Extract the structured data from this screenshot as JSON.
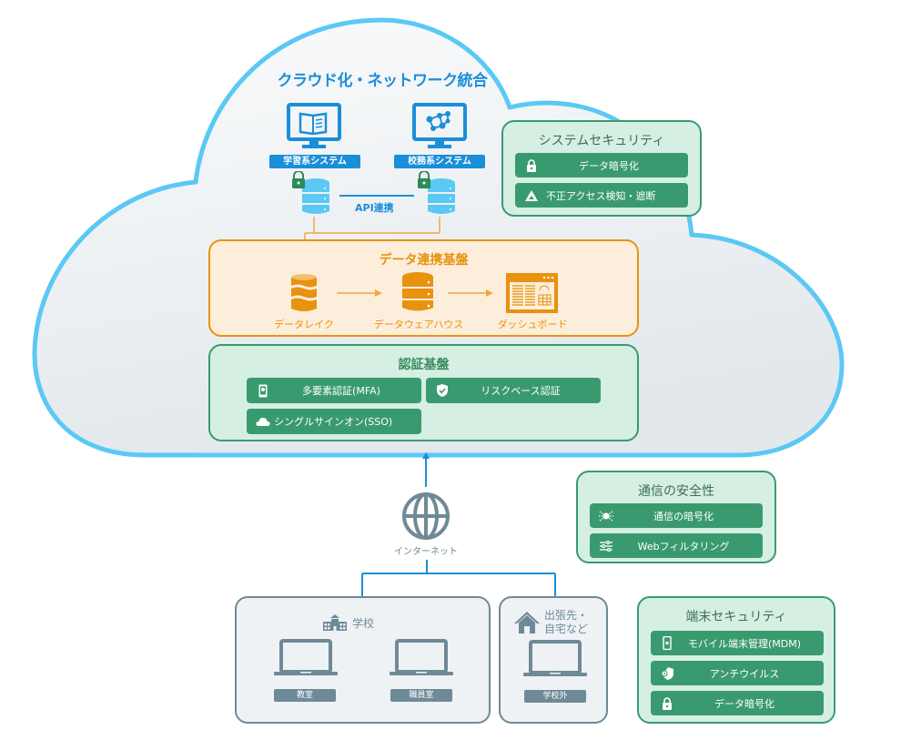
{
  "cloud": {
    "title": "クラウド化・ネットワーク統合",
    "systems": [
      {
        "label": "学習系システム",
        "icon": "book-monitor-icon"
      },
      {
        "label": "校務系システム",
        "icon": "network-monitor-icon"
      }
    ],
    "api_label": "API連携"
  },
  "system_security": {
    "title": "システムセキュリティ",
    "items": [
      {
        "label": "データ暗号化",
        "icon": "lock-icon"
      },
      {
        "label": "不正アクセス検知・遮断",
        "icon": "warning-triangle-icon"
      }
    ]
  },
  "data_platform": {
    "title": "データ連携基盤",
    "items": [
      {
        "label": "データレイク",
        "icon": "data-lake-icon"
      },
      {
        "label": "データウェアハウス",
        "icon": "data-warehouse-icon"
      },
      {
        "label": "ダッシュボード",
        "icon": "dashboard-icon"
      }
    ]
  },
  "auth_platform": {
    "title": "認証基盤",
    "items": [
      {
        "label": "多要素認証(MFA)",
        "icon": "mobile-auth-icon"
      },
      {
        "label": "リスクベース認証",
        "icon": "shield-check-icon"
      },
      {
        "label": "シングルサインオン(SSO)",
        "icon": "cloud-key-icon"
      }
    ]
  },
  "internet": {
    "label": "インターネット",
    "icon": "globe-icon"
  },
  "comm_security": {
    "title": "通信の安全性",
    "items": [
      {
        "label": "通信の暗号化",
        "icon": "encryption-bug-icon"
      },
      {
        "label": "Webフィルタリング",
        "icon": "filter-sliders-icon"
      }
    ]
  },
  "school": {
    "title": "学校",
    "icon": "school-building-icon",
    "devices": [
      {
        "label": "教室",
        "icon": "laptop-icon"
      },
      {
        "label": "職員室",
        "icon": "laptop-icon"
      }
    ]
  },
  "offsite": {
    "title_line1": "出張先・",
    "title_line2": "自宅など",
    "icon": "house-icon",
    "devices": [
      {
        "label": "学校外",
        "icon": "laptop-icon"
      }
    ]
  },
  "device_security": {
    "title": "端末セキュリティ",
    "items": [
      {
        "label": "モバイル端末管理(MDM)",
        "icon": "mobile-device-icon"
      },
      {
        "label": "アンチウイルス",
        "icon": "shield-virus-icon"
      },
      {
        "label": "データ暗号化",
        "icon": "lock-icon"
      }
    ]
  },
  "colors": {
    "cloud_stroke": "#5bc8f5",
    "system_blue": "#1a8fd8",
    "green": "#3a9a6f",
    "orange": "#e8920f",
    "gray": "#6f8a97"
  }
}
